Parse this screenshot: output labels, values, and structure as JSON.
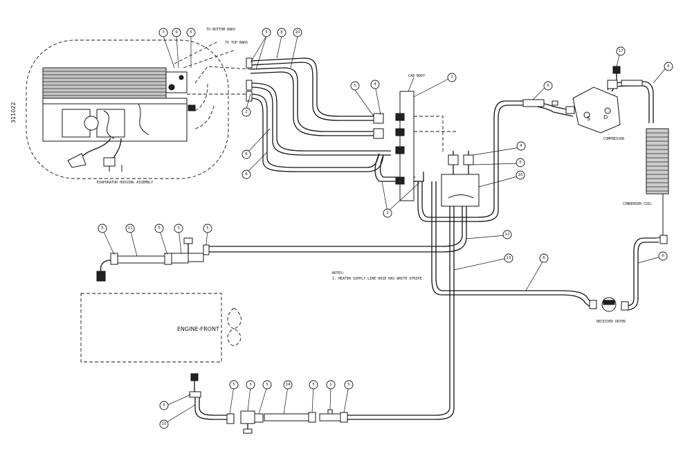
{
  "drawing": {
    "drawing_number": "311022",
    "labels": {
      "to_bottom_bars": "TO BOTTOM BARS",
      "to_top_bars": "TO TOP BARS",
      "cab_body": "CAB BODY",
      "compressor": "COMPRESSOR",
      "condenser_coil": "CONDENSER COIL",
      "evaporator_housing": "EVAPORATOR HOUSING ASSEMBLY",
      "receiver_dryer": "RECEIVER DRYER",
      "engine_front": "ENGINE-FRONT",
      "compressor_s": "S",
      "compressor_d": "D"
    },
    "notes": {
      "title": "NOTES:",
      "line1": "1.  HEATER SUPPLY LINE HOSE HAS WHITE STRIPE."
    },
    "balloons": {
      "b1": "3",
      "b2": "9",
      "b3": "5",
      "b4": "5",
      "b5": "8",
      "b6": "10",
      "b7": "2",
      "b8": "6",
      "b9": "6",
      "b10": "5",
      "b11": "4",
      "b12": "7",
      "b13": "6",
      "b14": "17",
      "b15": "6",
      "b16": "4",
      "b17": "5",
      "b18": "16",
      "b19": "2",
      "b20": "12",
      "b21": "13",
      "b22": "6",
      "b23": "6",
      "b24": "5",
      "b25": "11",
      "b26": "5",
      "b27": "3",
      "b28": "5",
      "b29": "5",
      "b30": "15",
      "b31": "5",
      "b32": "3",
      "b33": "5",
      "b34": "14",
      "b35": "5",
      "b36": "1",
      "b37": "5"
    }
  }
}
